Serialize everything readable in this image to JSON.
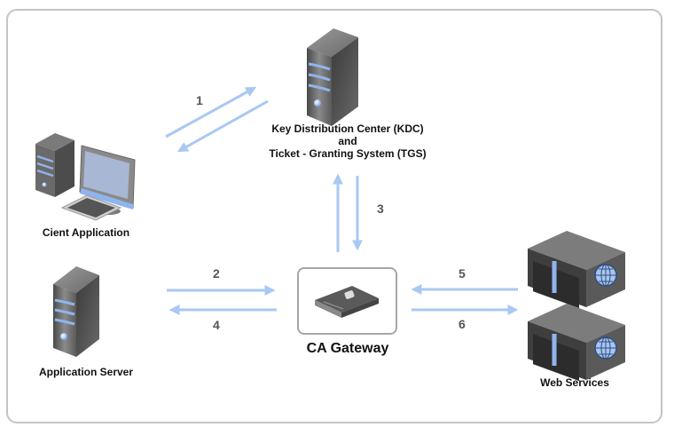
{
  "diagram": {
    "nodes": {
      "kdc": {
        "line1": "Key Distribution Center (KDC)",
        "line2": "and",
        "line3": "Ticket - Granting System (TGS)",
        "icon": "tower-server-icon"
      },
      "client": {
        "label": "Cient Application",
        "icon": "desktop-computer-icon"
      },
      "app_server": {
        "label": "Application Server",
        "icon": "tower-server-icon"
      },
      "gateway": {
        "label": "CA Gateway",
        "icon": "ca-appliance-icon"
      },
      "web_services": {
        "label": "Web Services",
        "icon": "rack-server-globe-icon"
      }
    },
    "steps": [
      {
        "number": "1",
        "between": "Cient Application <-> KDC/TGS"
      },
      {
        "number": "2",
        "between": "Application Server -> CA Gateway"
      },
      {
        "number": "3",
        "between": "CA Gateway <-> KDC/TGS"
      },
      {
        "number": "4",
        "between": "CA Gateway -> Application Server"
      },
      {
        "number": "5",
        "between": "Web Services -> CA Gateway"
      },
      {
        "number": "6",
        "between": "CA Gateway -> Web Services"
      }
    ],
    "colors": {
      "arrow": "#a9c8f2",
      "frame": "#c4c4c4",
      "accent_blue": "#8fb4ee"
    }
  }
}
